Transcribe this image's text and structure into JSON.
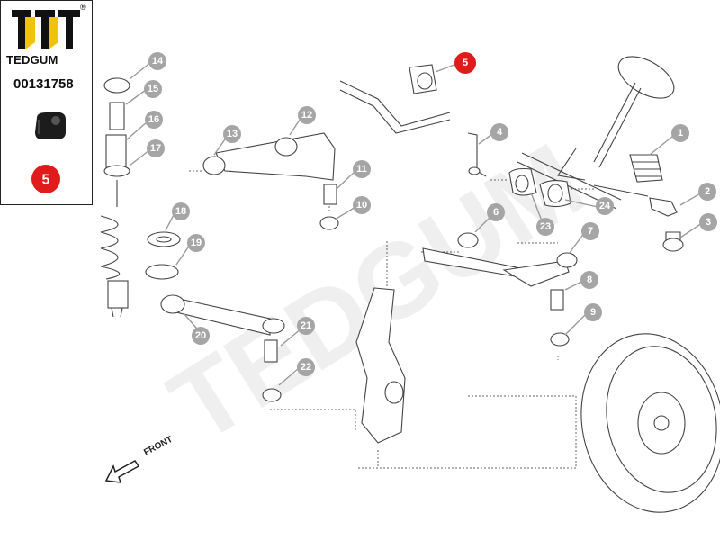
{
  "brand": {
    "name": "TEDGUM",
    "registered_mark": "®"
  },
  "part_number": "00131758",
  "highlight_callout": "5",
  "colors": {
    "highlight": "#e01b1b",
    "callout": "#a5a5a5",
    "watermark": "#efefef",
    "line": "#444444"
  },
  "watermark_text": "TEDGUM",
  "front_label": "FRONT",
  "callouts": [
    "1",
    "2",
    "3",
    "4",
    "5",
    "6",
    "7",
    "8",
    "9",
    "10",
    "11",
    "12",
    "13",
    "14",
    "15",
    "16",
    "17",
    "18",
    "19",
    "20",
    "21",
    "22",
    "23",
    "24"
  ]
}
